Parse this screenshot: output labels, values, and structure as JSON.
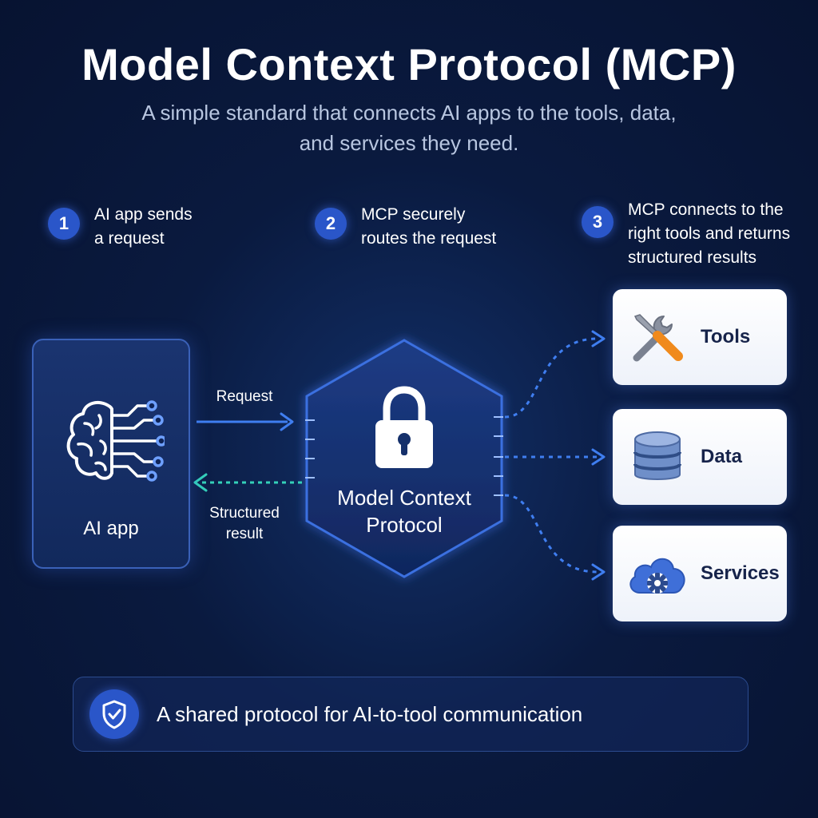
{
  "header": {
    "title": "Model Context Protocol (MCP)",
    "subtitle": "A simple standard that connects AI apps to the tools, data, and services they need."
  },
  "steps": [
    {
      "num": "1",
      "text_line1": "AI app sends",
      "text_line2": "a request"
    },
    {
      "num": "2",
      "text_line1": "MCP securely",
      "text_line2": "routes the request"
    },
    {
      "num": "3",
      "text_line1": "MCP connects to the",
      "text_line2": "right tools and returns",
      "text_line3": "structured results"
    }
  ],
  "ai_app": {
    "label": "AI app",
    "icon": "brain-circuit-icon"
  },
  "flows": {
    "request": "Request",
    "result_line1": "Structured",
    "result_line2": "result"
  },
  "hub": {
    "label_line1": "Model Context",
    "label_line2": "Protocol",
    "icon": "lock-icon"
  },
  "resources": [
    {
      "label": "Tools",
      "icon": "tools-icon"
    },
    {
      "label": "Data",
      "icon": "database-icon"
    },
    {
      "label": "Services",
      "icon": "cloud-gear-icon"
    }
  ],
  "footer": {
    "text": "A shared protocol for AI-to-tool communication",
    "icon": "shield-check-icon"
  },
  "colors": {
    "background": "#0a1a3f",
    "accent_blue": "#2a56c9",
    "arrow_blue": "#3f7ef0",
    "arrow_teal": "#34d1b9",
    "hex_border": "#3b6fe0",
    "tool_orange": "#f08a1c"
  }
}
